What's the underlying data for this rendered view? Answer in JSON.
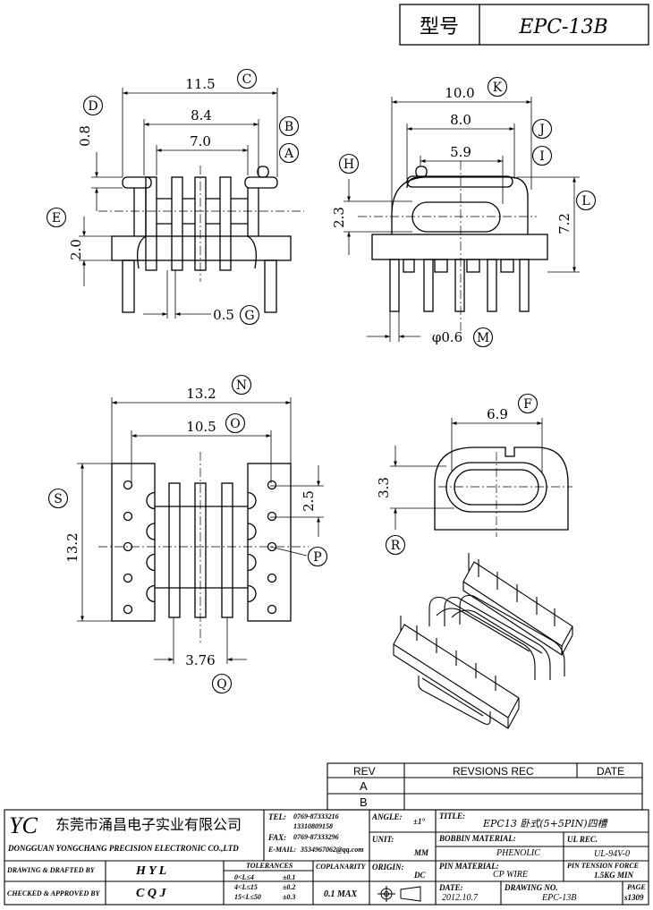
{
  "model_box": {
    "label": "型号",
    "value": "EPC-13B"
  },
  "dims": {
    "C": "11.5",
    "B": "8.4",
    "A": "7.0",
    "D": "0.8",
    "E": "2.0",
    "G": "0.5",
    "K": "10.0",
    "J": "8.0",
    "I": "5.9",
    "H": "2.3",
    "L": "7.2",
    "M": "φ0.6",
    "N": "13.2",
    "O": "10.5",
    "S": "13.2",
    "P": "2.5",
    "Q": "3.76",
    "F": "6.9",
    "R": "3.3"
  },
  "letters": [
    "A",
    "B",
    "C",
    "D",
    "E",
    "F",
    "G",
    "H",
    "I",
    "J",
    "K",
    "L",
    "M",
    "N",
    "O",
    "P",
    "Q",
    "R",
    "S"
  ],
  "revision_table": {
    "headers": {
      "rev": "REV",
      "rec": "REVSIONS REC",
      "date": "DATE"
    },
    "rows": [
      {
        "rev": "A"
      },
      {
        "rev": "B"
      }
    ]
  },
  "title_block": {
    "logo": "YC",
    "company_cn": "东莞市涌昌电子实业有限公司",
    "company_en": "DONGGUAN YONGCHANG PRECISION ELECTRONIC CO.,LTD",
    "tel_label": "TEL:",
    "tel1": "0769-87333216",
    "tel2": "13310809158",
    "fax_label": "FAX:",
    "fax": "0769-87333296",
    "email_label": "E-MAIL:",
    "email": "3534967062@qq.com",
    "drawing_label": "DRAWING & DRAFTED BY",
    "drawing_value": "H Y L",
    "checked_label": "CHECKED & APPROVED BY",
    "checked_value": "C Q J",
    "tolerances_label": "TOLERANCES",
    "tol_ranges": [
      "0<L≤4",
      "4<L≤15",
      "15<L≤50"
    ],
    "tol_values": [
      "±0.1",
      "±0.2",
      "±0.3"
    ],
    "coplanarity_label": "COPLANARITY",
    "coplanarity_value": "0.1 MAX",
    "angle_label": "ANGLE:",
    "angle_value": "±1°",
    "unit_label": "UNIT:",
    "unit_value": "MM",
    "origin_label": "ORIGIN:",
    "origin_value": "DC",
    "title_label": "TITLE:",
    "title_value": "EPC13 卧式(5+5PIN)四槽",
    "bobbin_label": "BOBBIN MATERIAL:",
    "bobbin_value": "PHENOLIC",
    "ulrec_label": "UL REC.",
    "ulrec_value": "UL-94V-0",
    "pin_label": "PIN MATERIAL:",
    "pin_value": "CP WIRE",
    "tension_label": "PIN TENSION FORCE",
    "tension_value": "1.5KG MIN",
    "date_label": "DATE:",
    "date_value": "2012.10.7",
    "drawingno_label": "DRAWING NO.",
    "drawingno_value": "EPC-13B",
    "page_label": "PAGE",
    "page_value": "s1309"
  }
}
